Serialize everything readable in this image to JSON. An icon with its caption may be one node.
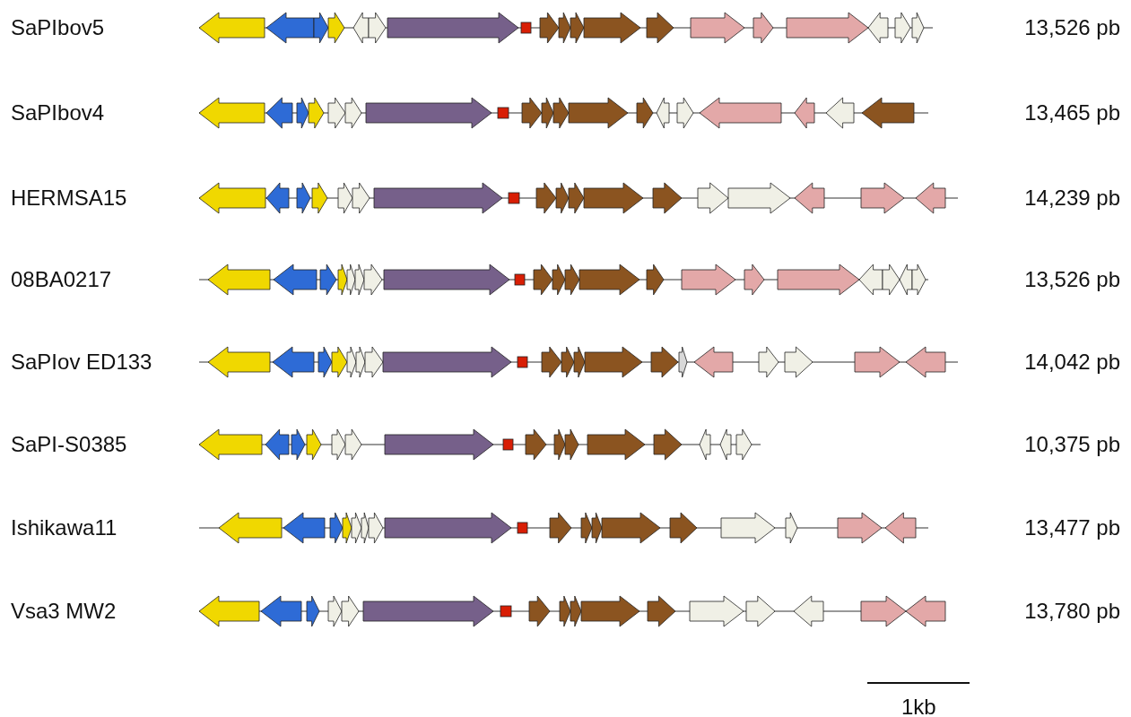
{
  "diagram": {
    "labels": [
      "SaPIbov5",
      "13,526 pb",
      "SaPIbov4",
      "13,465 pb",
      "HERMSA15",
      "14,239 pb",
      "08BA0217",
      "13,526 pb",
      "SaPIov ED133",
      "14,042 pb",
      "SaPI-S0385",
      "10,375 pb",
      "Ishikawa11",
      "13,477 pb",
      "Vsa3 MW2",
      "13,780 pb",
      "1kb"
    ]
  }
}
